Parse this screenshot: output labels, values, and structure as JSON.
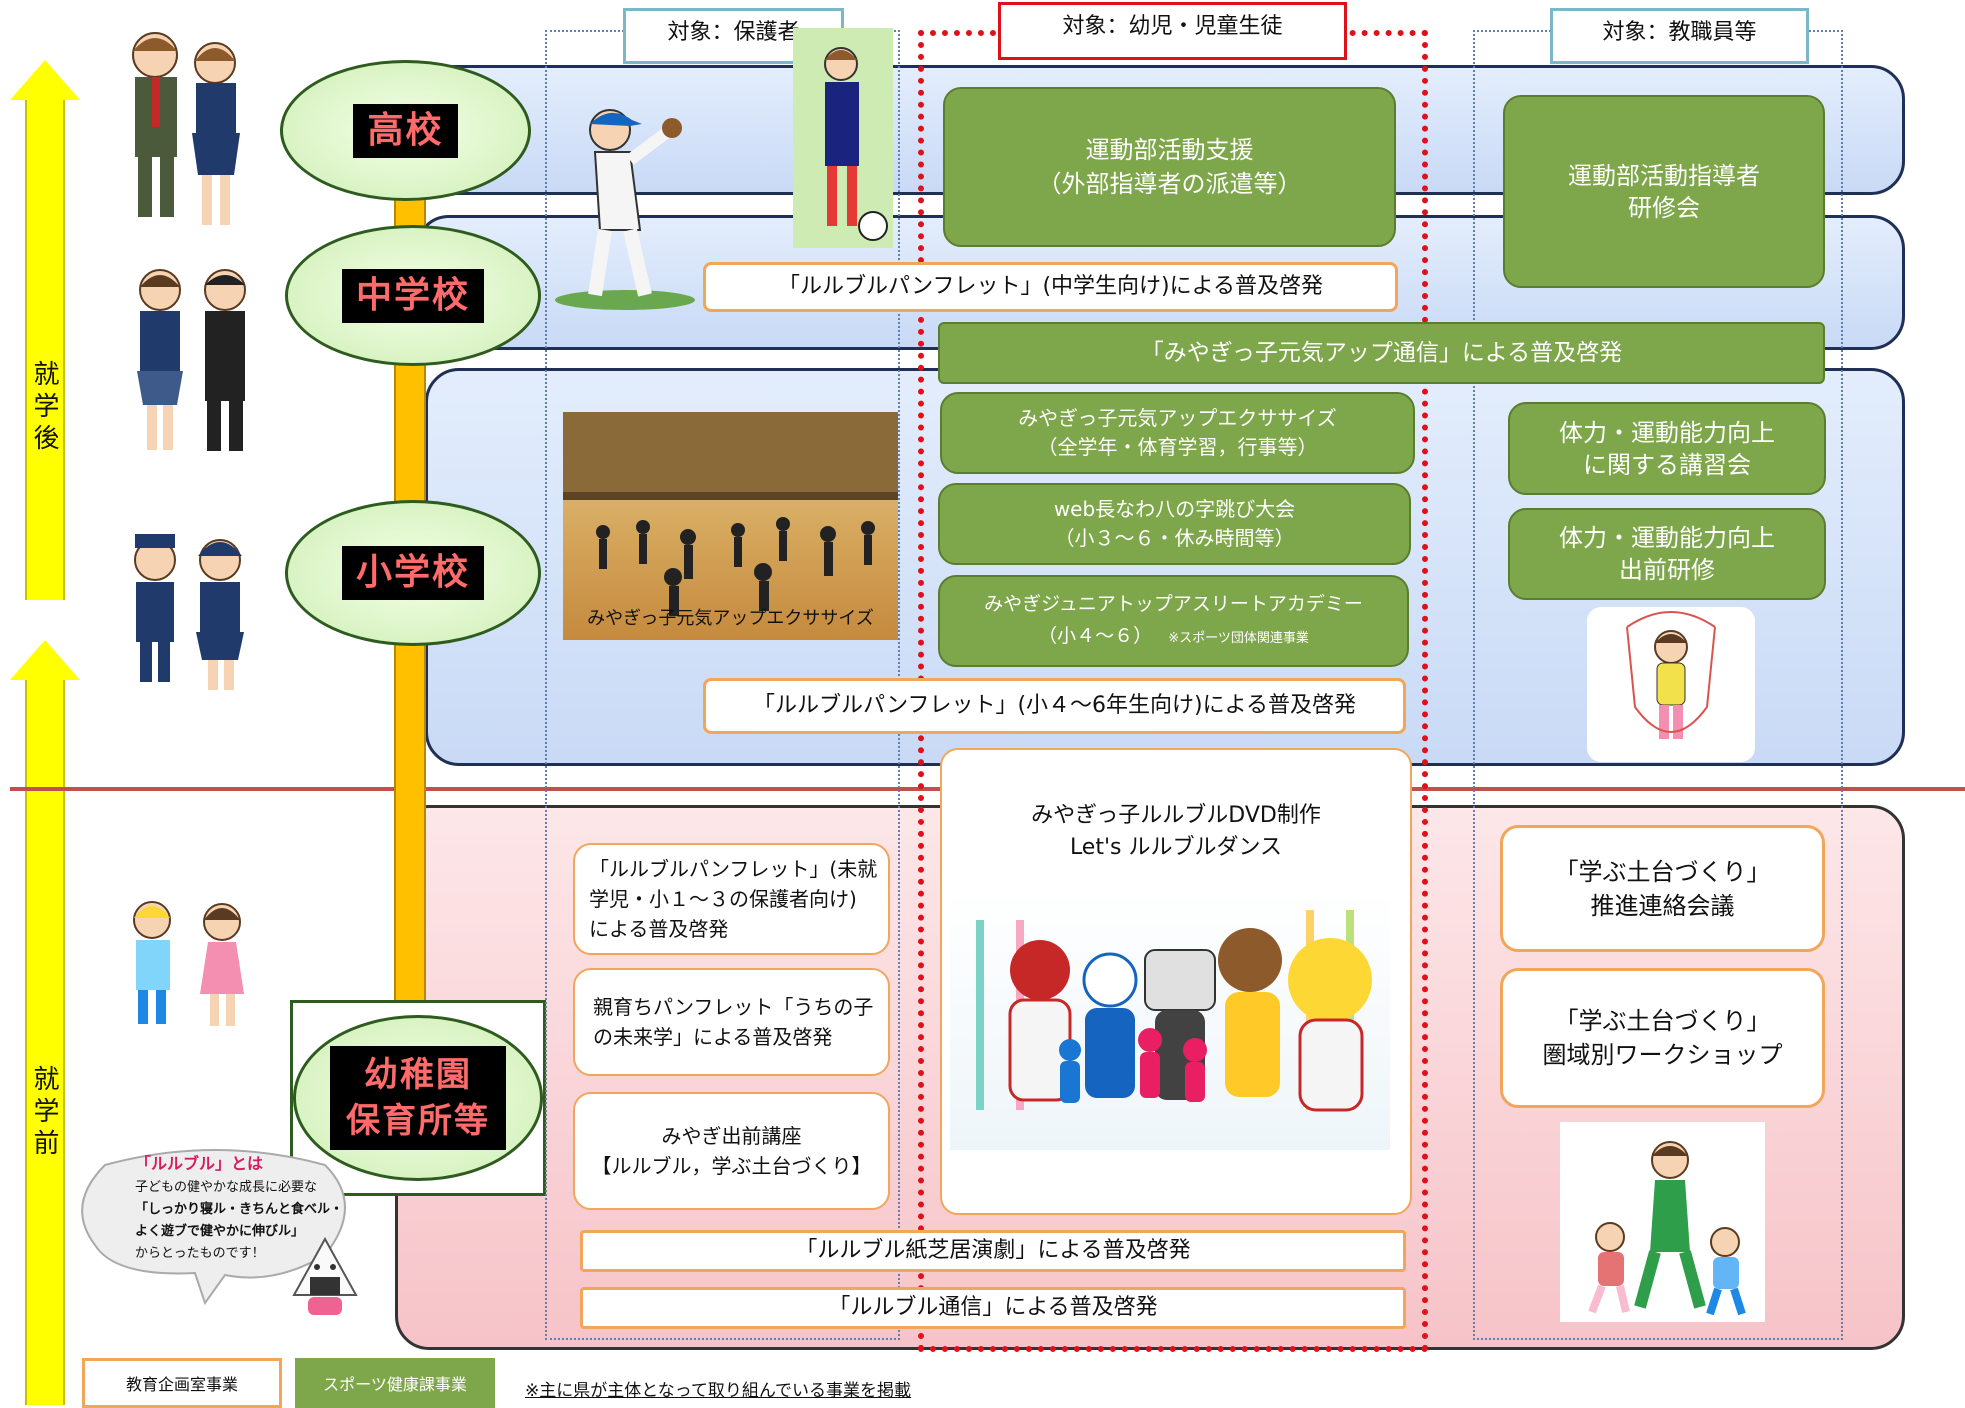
{
  "side": {
    "after_label": "就学後",
    "before_label": "就学前"
  },
  "levels": {
    "high": "高校",
    "middle": "中学校",
    "elementary": "小学校",
    "kinder": [
      "幼稚園",
      "保育所等"
    ]
  },
  "columns": {
    "parents": "対象：保護者",
    "children": "対象：幼児・児童生徒",
    "teachers": "対象：教職員等"
  },
  "after": {
    "club_support": [
      "運動部活動支援",
      "（外部指導者の派遣等）"
    ],
    "club_training": [
      "運動部活動指導者",
      "研修会"
    ],
    "pamph_middle": "「ルルブルパンフレット」(中学生向け)による普及啓発",
    "genki_news": "「みやぎっ子元気アップ通信」による普及啓発",
    "exercise": [
      "みやぎっ子元気アップエクササイズ",
      "（全学年・体育学習，行事等）"
    ],
    "jump_rope": [
      "web長なわ八の字跳び大会",
      "（小３～６・休み時間等）"
    ],
    "academy": [
      "みやぎジュニアトップアスリートアカデミー",
      "（小４～６）"
    ],
    "academy_note": "※スポーツ団体関連事業",
    "fitness_lecture": [
      "体力・運動能力向上",
      "に関する講習会"
    ],
    "fitness_visit": [
      "体力・運動能力向上",
      "出前研修"
    ],
    "pamph_elem": "「ルルブルパンフレット」(小４～6年生向け)による普及啓発",
    "photo_caption": "みやぎっ子元気アップエクササイズ"
  },
  "before": {
    "pamph_parents": [
      "「ルルブルパンフレット」(未就",
      "学児・小１～３の保護者向け)",
      "による普及啓発"
    ],
    "parenting": [
      "親育ちパンフレット「うちの子",
      "の未来学」による普及啓発"
    ],
    "lecture": [
      "みやぎ出前講座",
      "【ルルブル，学ぶ土台づくり】"
    ],
    "dvd": [
      "みやぎっ子ルルブルDVD制作",
      "Let's ルルブルダンス"
    ],
    "kamishibai": "「ルルブル紙芝居演劇」による普及啓発",
    "rurubu_news": "「ルルブル通信」による普及啓発",
    "foundation_council": [
      "「学ぶ土台づくり」",
      "推進連絡会議"
    ],
    "foundation_workshop": [
      "「学ぶ土台づくり」",
      "圏域別ワークショップ"
    ]
  },
  "bubble": {
    "line1": "「ルルブル」とは",
    "line2": "子どもの健やかな成長に必要な",
    "line3": "「しっかり寝ル・きちんと食べル・",
    "line4": "よく遊ブで健やかに伸びル」",
    "line5": "からとったものです！"
  },
  "legend": {
    "orange": "教育企画室事業",
    "green": "スポーツ健康課事業",
    "note": "※主に県が主体となって取り組んでいる事業を掲載"
  },
  "colors": {
    "green_box": "#7ea64a",
    "orange_border": "#f2a65a",
    "red_frame": "#e0101a",
    "arrow_yellow": "#ffff00",
    "arrow_orange": "#ffc000"
  }
}
